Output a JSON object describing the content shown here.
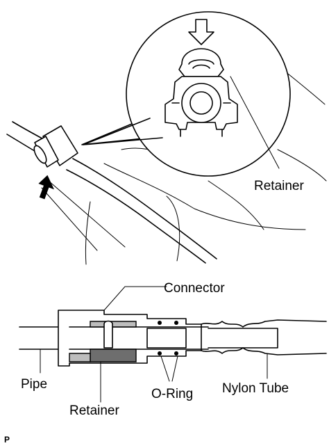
{
  "labels": {
    "retainer_top": "Retainer",
    "connector": "Connector",
    "pipe": "Pipe",
    "retainer_bottom": "Retainer",
    "o_ring": "O-Ring",
    "nylon_tube": "Nylon Tube"
  },
  "corner_mark": "P",
  "icons": [
    "down-arrow-icon",
    "up-arrow-icon"
  ]
}
